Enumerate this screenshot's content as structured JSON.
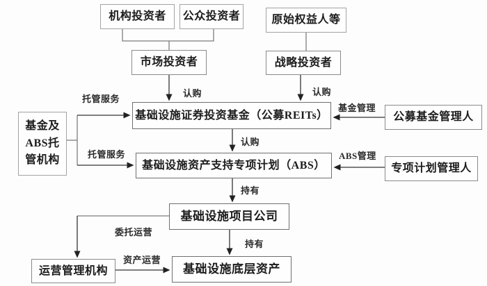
{
  "diagram": {
    "type": "flowchart",
    "nodes": {
      "institutional_investor": {
        "label": "机构投资者"
      },
      "public_investor": {
        "label": "公众投资者"
      },
      "original_equity_holder": {
        "label": "原始权益人等"
      },
      "market_investor": {
        "label": "市场投资者"
      },
      "strategic_investor": {
        "label": "战略投资者"
      },
      "reits_fund": {
        "label": "基础设施证券投资基金（公募REITs）"
      },
      "public_fund_manager": {
        "label": "公募基金管理人"
      },
      "custodian": {
        "label": "基金及ABS托管机构",
        "lines": [
          "基金及",
          "ABS托",
          "管机构"
        ]
      },
      "abs_plan": {
        "label": "基础设施资产支持专项计划（ABS）"
      },
      "special_plan_manager": {
        "label": "专项计划管理人"
      },
      "project_company": {
        "label": "基础设施项目公司"
      },
      "operation_manager": {
        "label": "运营管理机构"
      },
      "underlying_assets": {
        "label": "基础设施底层资产"
      }
    },
    "edge_labels": {
      "subscribe_market": "认购",
      "subscribe_strategic": "认购",
      "subscribe_abs": "认购",
      "custody_service_top": "托管服务",
      "custody_service_bottom": "托管服务",
      "fund_management": "基金管理",
      "abs_management": "ABS管理",
      "hold_project": "持有",
      "hold_assets": "持有",
      "entrusted_operation": "委托运营",
      "asset_operation": "资产运营"
    }
  }
}
